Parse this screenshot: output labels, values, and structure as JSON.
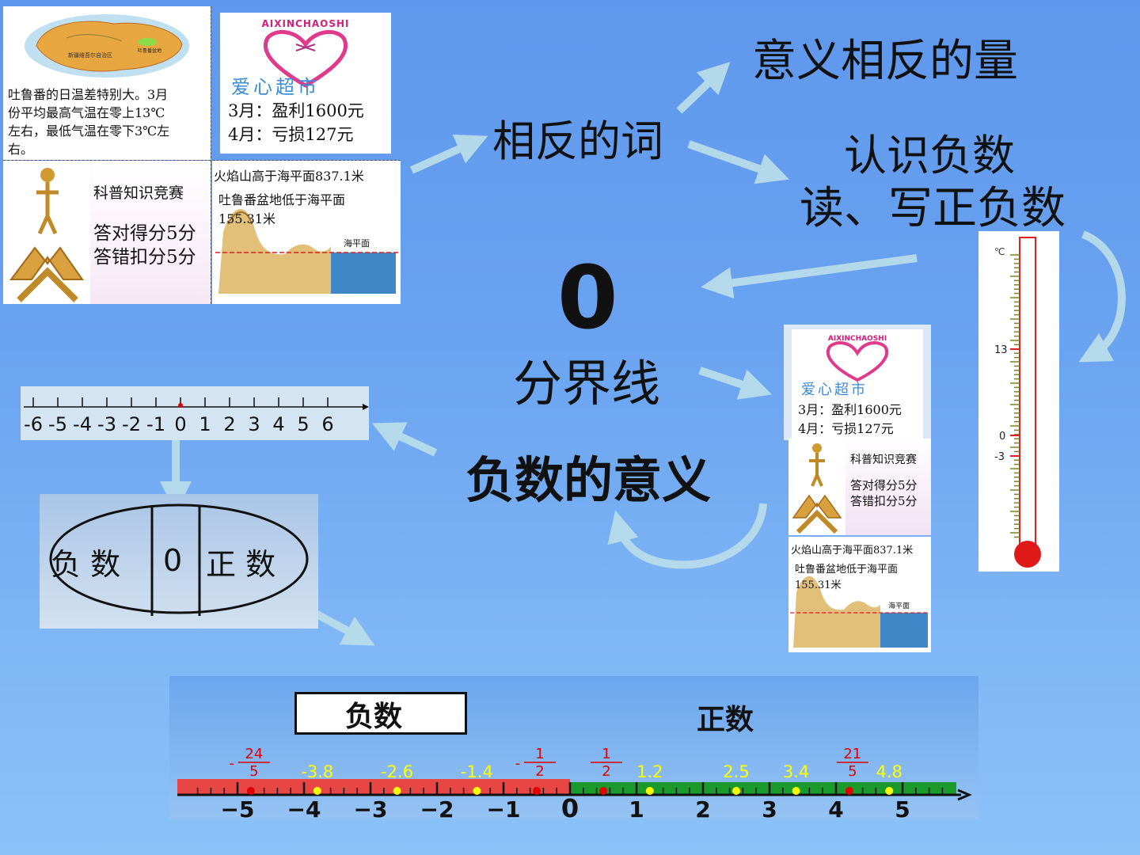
{
  "topics": {
    "opposite_quantities": "意义相反的量",
    "opposite_words": "相反的词",
    "know_negative": "认识负数",
    "read_write": "读、写正负数",
    "zero": "0",
    "boundary": "分界线",
    "meaning_negative": "负数的意义"
  },
  "turpan_panel": {
    "map_label": "吐鲁番盆地",
    "map_region": "新疆维吾尔自治区",
    "text": [
      "吐鲁番的日温差特别大。3月",
      "份平均最高气温在零上13℃",
      "左右，最低气温在零下3℃左",
      "右。"
    ]
  },
  "supermarket_panel": {
    "brand_en": "AIXINCHAOSHI",
    "brand_cn": "爱心超市",
    "march": "3月：盈利1600元",
    "april": "4月：亏损127元"
  },
  "quiz_panel": {
    "title": "科普知识竞赛",
    "correct": "答对得分5分",
    "wrong": "答错扣分5分"
  },
  "mountain_panel": {
    "line1": "火焰山高于海平面837.1米",
    "line2": "吐鲁番盆地低于海平面",
    "line3": "155.31米",
    "sea_level": "海平面"
  },
  "thermometer": {
    "unit": "℃",
    "labels": [
      "13",
      "0",
      "-3"
    ]
  },
  "small_number_line": {
    "labels": [
      "-6",
      "-5",
      "-4",
      "-3",
      "-2",
      "-1",
      "0",
      "1",
      "2",
      "3",
      "4",
      "5",
      "6"
    ]
  },
  "oval": {
    "negative": "负 数",
    "zero": "0",
    "positive": "正 数"
  },
  "big_number_line": {
    "negative_label": "负数",
    "positive_label": "正数",
    "ticks": [
      "−5",
      "−4",
      "−3",
      "−2",
      "−1",
      "0",
      "1",
      "2",
      "3",
      "4",
      "5"
    ],
    "yellow_values": [
      "-3.8",
      "-2.6",
      "-1.4",
      "1.2",
      "2.5",
      "3.4",
      "4.8"
    ],
    "fractions": [
      {
        "sign": "-",
        "num": "24",
        "den": "5"
      },
      {
        "sign": "-",
        "num": "1",
        "den": "2"
      },
      {
        "sign": "",
        "num": "1",
        "den": "2"
      },
      {
        "sign": "",
        "num": "21",
        "den": "5"
      }
    ],
    "colors": {
      "negative": "#e84545",
      "positive": "#1a9a2a",
      "point_yellow": "#ffff00",
      "point_red": "#e00000",
      "fraction": "#e00000"
    }
  }
}
